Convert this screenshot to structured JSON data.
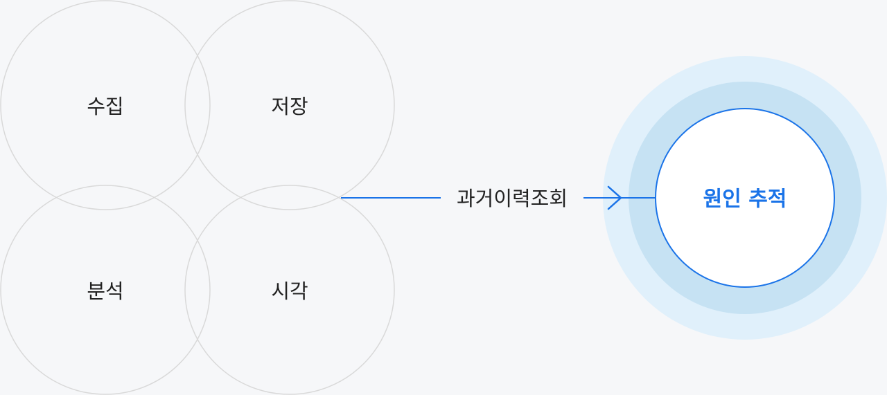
{
  "process_stages": [
    {
      "label": "수집"
    },
    {
      "label": "저장"
    },
    {
      "label": "분석"
    },
    {
      "label": "시각"
    }
  ],
  "connector": {
    "label": "과거이력조회"
  },
  "target": {
    "label": "원인 추적"
  },
  "colors": {
    "background": "#f6f7f9",
    "circle_outline": "#d9d9d9",
    "accent_blue": "#1a73e8",
    "outer_ring": "#e0f0fb",
    "middle_ring": "#c6e2f3",
    "inner_circle": "#ffffff",
    "text_dark": "#222222"
  },
  "icons": {
    "arrow": "chevron-right-arrow"
  }
}
